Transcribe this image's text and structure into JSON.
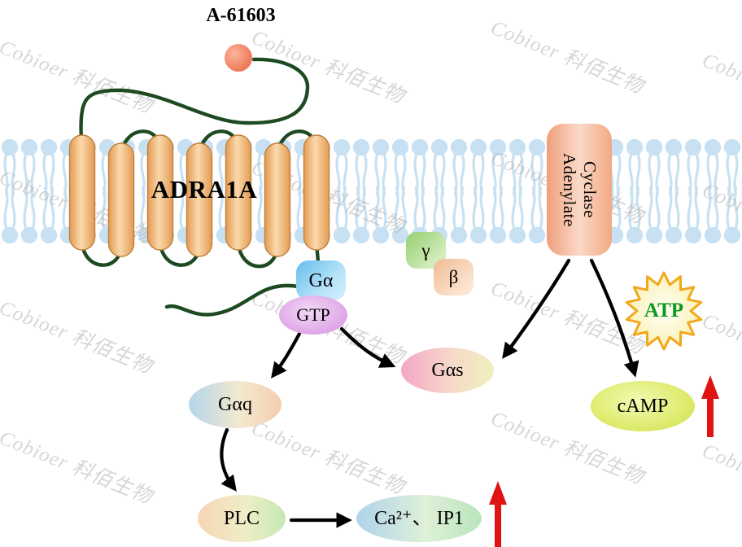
{
  "watermark": {
    "text": "Cobioer 科佰生物"
  },
  "ligand": {
    "label": "A-61603"
  },
  "receptor": {
    "label": "ADRA1A"
  },
  "adenylate_cyclase": {
    "line1": "Adenylate",
    "line2": "Cyclase"
  },
  "g_protein": {
    "alpha": "Gα",
    "gtp": "GTP",
    "gamma": "γ",
    "beta": "β"
  },
  "molecules": {
    "gas": "Gαs",
    "gaq": "Gαq",
    "atp": "ATP",
    "camp": "cAMP",
    "plc": "PLC",
    "ca_ip1": "Ca²⁺、 IP1"
  },
  "indicators": {
    "camp_trend": "up",
    "ca_ip1_trend": "up"
  },
  "colors": {
    "membrane": "#c7e1f2",
    "loop_green": "#1d4a21",
    "arrow": "#000000",
    "up_arrow": "#e01212",
    "star_border": "#f2a81c",
    "atp_text": "#0a9a1e",
    "watermark": "#b5b5b5",
    "helix_fill": "#f0b476",
    "ligand_fill": "#ed6f4f"
  }
}
